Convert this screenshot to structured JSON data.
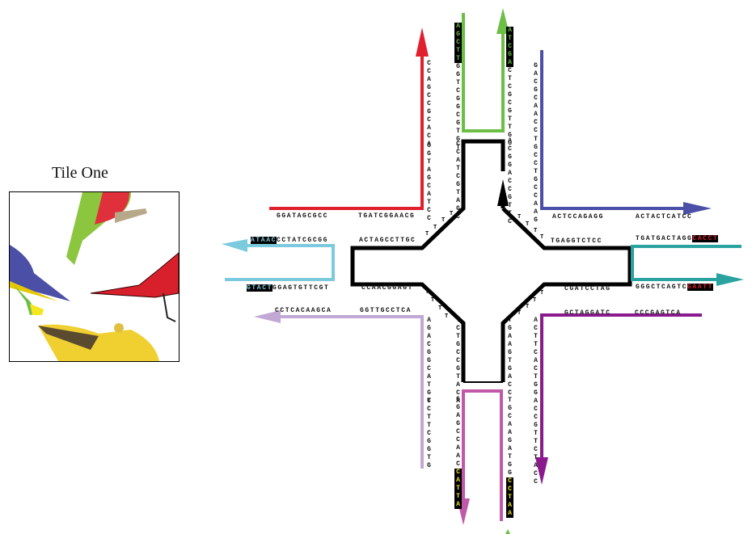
{
  "tile_title": "Tile One",
  "colors": {
    "core": "#000000",
    "red": "#e0202c",
    "green": "#6cbe45",
    "blue": "#4b4fa6",
    "cyan": "#7ccadd",
    "teal": "#2aa3a0",
    "purple": "#8b1a8f",
    "lavender": "#c2a8d4",
    "pink": "#c05aa8"
  },
  "sequences": {
    "red_h1": "GGATAGCGCC",
    "red_h2": "TGATCGGAACG",
    "red_v1": "CCAGCCGCACA",
    "red_v2": "GGTAGCATCC",
    "green_l_hl": "AGCTT",
    "green_l": "GGTCGGCGTGT",
    "green_r_hl": "ATCGA",
    "green_r": "CTCGCGTTGG",
    "core_tl": "CCATCGTAGC",
    "core_tr": "ACGGACCGTTC",
    "blue_v1": "GACGCAACC",
    "blue_v2": "TGCCTGCCAAG",
    "blue_h1": "ACTCCAGAGG",
    "blue_h2": "ACTACTCATCC",
    "cyan_top_hl": "ATAAC",
    "cyan_top": "CCTATCGCGG",
    "cyan_bot_hl": "GTACT",
    "cyan_bot": "GGAGTGTTCGT",
    "core_left_top": "ACTAGCCTTGC",
    "core_left_bot": "CCAACGGAGT",
    "lav_h1": "CCTCACAAGCA",
    "lav_h2": "GGTTGCCTCA",
    "core_right_top": "TGAGGTCTCC",
    "core_right_bot": "CGATCCTAG",
    "teal_top": "TGATGACTAGG",
    "teal_top_hl": "CACCT",
    "teal_bot": "GGGCTCAGTC",
    "teal_bot_hl": "GAATT",
    "purple_h1": "GCTAGGATC",
    "purple_h2": "CCCGAGTCA",
    "lav_v1": "AGACGGCATGT",
    "lav_v2": "CCTTCGGTG",
    "core_bl": "TCTGCCGTACA",
    "core_br": "TGAAGTGACC",
    "pink_l": "GGAGCCAAC",
    "pink_l_hl": "CATTA",
    "pink_r": "TGCAAGATGG",
    "pink_r_hl": "CCTAA",
    "purple_v1": "ACTTCACTGG",
    "purple_v2": "ACCGTTCTACC",
    "loop_t": "T"
  }
}
